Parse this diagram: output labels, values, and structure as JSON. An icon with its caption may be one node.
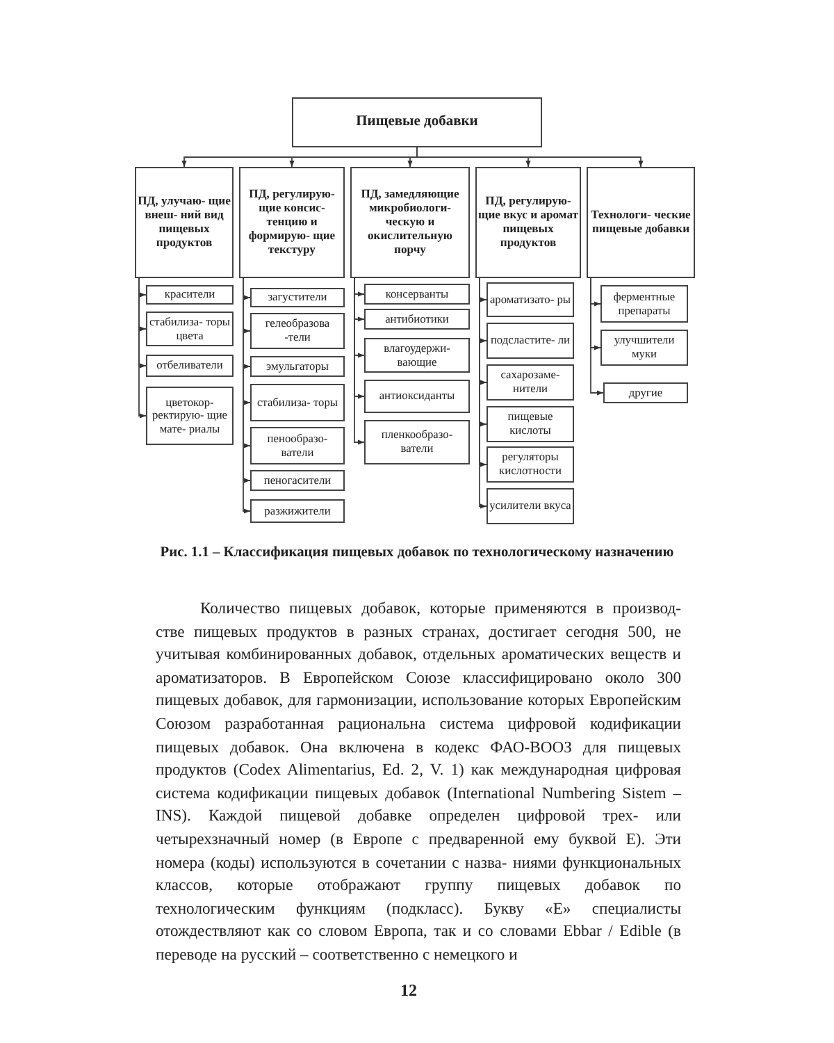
{
  "diagram": {
    "caption": "Рис. 1.1 – Классификация пищевых добавок по технологическому назначению",
    "nodes": [
      {
        "text": [
          "Пищевые добавки"
        ]
      },
      {
        "text": [
          "ПД, улучаю- щие внеш- ний вид пищевых продуктов"
        ]
      },
      {
        "text": [
          "ПД, регулирую- щие консис- тенцию и формирую- щие текстуру"
        ]
      },
      {
        "text": [
          "ПД, замедляющие микробиологи- ческую и окислительную порчу"
        ]
      },
      {
        "text": [
          "ПД, регулирую- щие вкус и аромат пищевых продуктов"
        ]
      },
      {
        "text": [
          "Технологи- ческие пищевые добавки"
        ]
      },
      {
        "text": [
          "красители"
        ]
      },
      {
        "text": [
          "стабилиза- торы цвета"
        ]
      },
      {
        "text": [
          "отбеливатели"
        ]
      },
      {
        "text": [
          "цветокор- ректирую- щие мате- риалы"
        ]
      },
      {
        "text": [
          "загустители"
        ]
      },
      {
        "text": [
          "гелеобразова -тели"
        ]
      },
      {
        "text": [
          "эмульгаторы"
        ]
      },
      {
        "text": [
          "стабилиза- торы"
        ]
      },
      {
        "text": [
          "пенообразо- ватели"
        ]
      },
      {
        "text": [
          "пеногасители"
        ]
      },
      {
        "text": [
          "разжижители"
        ]
      },
      {
        "text": [
          "консерванты"
        ]
      },
      {
        "text": [
          "антибиотики"
        ]
      },
      {
        "text": [
          "влагоудержи- вающие"
        ]
      },
      {
        "text": [
          "антиоксиданты"
        ]
      },
      {
        "text": [
          "пленкообразо- ватели"
        ]
      },
      {
        "text": [
          "ароматизато- ры"
        ]
      },
      {
        "text": [
          "подсластите- ли"
        ]
      },
      {
        "text": [
          "сахарозаме- нители"
        ]
      },
      {
        "text": [
          "пищевые кислоты"
        ]
      },
      {
        "text": [
          "регуляторы кислотности"
        ]
      },
      {
        "text": [
          "усилители вкуса"
        ]
      },
      {
        "text": [
          "ферментные препараты"
        ]
      },
      {
        "text": [
          "улучшители муки"
        ]
      },
      {
        "text": [
          "другие"
        ]
      }
    ],
    "edges": [
      {
        "from": 0,
        "to": 1,
        "arrow": "to"
      },
      {
        "from": 0,
        "to": 2,
        "arrow": "to"
      },
      {
        "from": 0,
        "to": 3,
        "arrow": "to"
      },
      {
        "from": 0,
        "to": 4,
        "arrow": "to"
      },
      {
        "from": 0,
        "to": 5,
        "arrow": "to"
      },
      {
        "from": 1,
        "to": 6,
        "arrow": "to"
      },
      {
        "from": 1,
        "to": 7,
        "arrow": "to"
      },
      {
        "from": 1,
        "to": 8,
        "arrow": "to"
      },
      {
        "from": 1,
        "to": 9,
        "arrow": "to"
      },
      {
        "from": 2,
        "to": 10,
        "arrow": "to"
      },
      {
        "from": 2,
        "to": 11,
        "arrow": "to"
      },
      {
        "from": 2,
        "to": 12,
        "arrow": "to"
      },
      {
        "from": 2,
        "to": 13,
        "arrow": "to"
      },
      {
        "from": 2,
        "to": 14,
        "arrow": "to"
      },
      {
        "from": 2,
        "to": 15,
        "arrow": "to"
      },
      {
        "from": 2,
        "to": 16,
        "arrow": "to"
      },
      {
        "from": 3,
        "to": 17,
        "arrow": "to"
      },
      {
        "from": 3,
        "to": 18,
        "arrow": "to"
      },
      {
        "from": 3,
        "to": 19,
        "arrow": "to"
      },
      {
        "from": 3,
        "to": 20,
        "arrow": "to"
      },
      {
        "from": 3,
        "to": 21,
        "arrow": "to"
      },
      {
        "from": 4,
        "to": 22,
        "arrow": "to"
      },
      {
        "from": 4,
        "to": 23,
        "arrow": "to"
      },
      {
        "from": 4,
        "to": 24,
        "arrow": "to"
      },
      {
        "from": 4,
        "to": 25,
        "arrow": "to"
      },
      {
        "from": 4,
        "to": 26,
        "arrow": "to"
      },
      {
        "from": 4,
        "to": 27,
        "arrow": "to"
      },
      {
        "from": 5,
        "to": 28,
        "arrow": "to"
      },
      {
        "from": 5,
        "to": 29,
        "arrow": "to"
      },
      {
        "from": 5,
        "to": 30,
        "arrow": "to"
      }
    ],
    "labels": [
      "Количество пищевых добавок, которые применяются в производ- стве пищевых продуктов в разных странах, достигает сегодня 500, не учитывая комбинированных добавок, отдельных ароматических веществ и ароматизаторов. В Европейском Союзе классифицировано около 300 пищевых добавок, для гармонизации, использование которых Европейским Союзом разработанная рациональна система цифровой кодификации пищевых добавок. Она включена в кодекс ФАО-ВООЗ для пищевых продуктов (Codex Alimentarius, Ed. 2, V. 1) как международная цифровая система кодификации пищевых добавок (International Numbering Sistem – INS). Каждой пищевой добавке определен цифровой трех- или четырехзначный номер (в Европе с предваренной ему буквой Е). Эти номера (коды) используются в сочетании с назва- ниями функциональных классов, которые отображают группу пищевых добавок по технологическим функциям (подкласс). Букву «Е» специалисты отождествляют как со словом Европа, так и со словами Ebbar / Edible (в переводе на русский – соответственно с немецкого и",
      "12"
    ]
  }
}
